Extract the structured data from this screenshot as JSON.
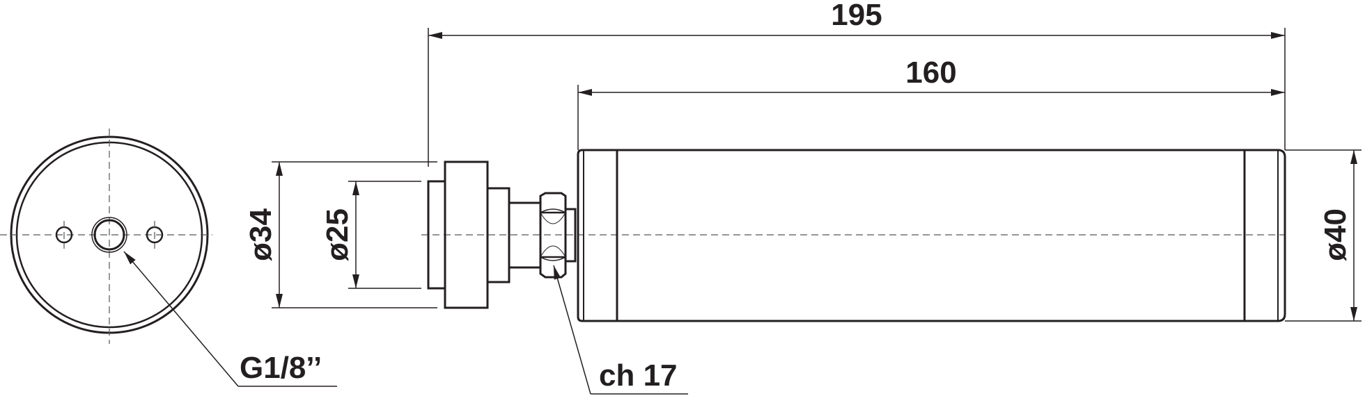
{
  "dimensions": {
    "overall_length": "195",
    "body_length": "160",
    "flange_diameter": "ø34",
    "spigot_diameter": "ø25",
    "body_diameter": "ø40"
  },
  "callouts": {
    "thread": "G1/8’’",
    "hex_key": "ch 17"
  },
  "colors": {
    "line": "#231f20",
    "background": "#ffffff"
  }
}
